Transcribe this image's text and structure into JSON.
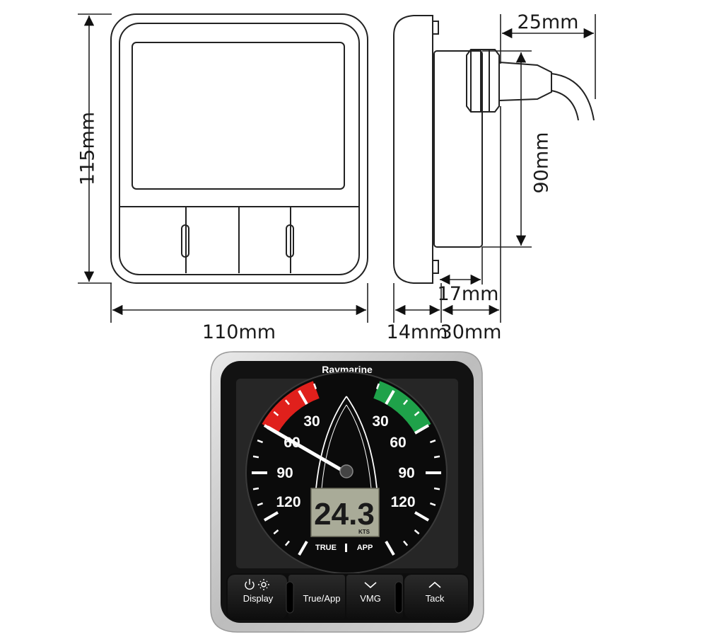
{
  "dimensions": {
    "height": "115mm",
    "width": "110mm",
    "depth_front": "14mm",
    "depth_back": "30mm",
    "mount_depth": "17mm",
    "connector": "25mm",
    "mount_height": "90mm"
  },
  "device": {
    "brand": "Raymarine",
    "readout": "24.3",
    "unit": "KTS",
    "mode_true": "TRUE",
    "mode_app": "APP",
    "dial_labels_left": [
      "30",
      "60",
      "90",
      "120"
    ],
    "dial_labels_right": [
      "30",
      "60",
      "90",
      "120"
    ],
    "needle_angle_deg": 60,
    "buttons": [
      {
        "label": "Display",
        "icon": "power-brightness-icon"
      },
      {
        "label": "True/App",
        "icon": ""
      },
      {
        "label": "VMG",
        "icon": "chevron-down-icon"
      },
      {
        "label": "Tack",
        "icon": "chevron-up-icon"
      }
    ],
    "colors": {
      "port": "#e0201c",
      "starboard": "#1fa24a",
      "dial": "#0c0c0c",
      "bezel": "#c9c9c9",
      "lcd": "#a9ab98"
    }
  }
}
